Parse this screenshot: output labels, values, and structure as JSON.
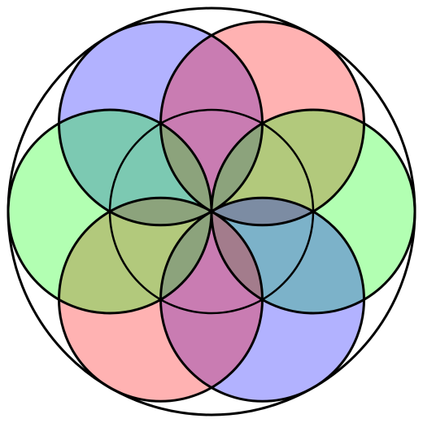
{
  "diagram": {
    "description_visible_text": "",
    "outer_circle": {
      "stroke": "#000000",
      "fill": "none"
    },
    "circle_stroke": "#000000",
    "fill_opacity": 0.3,
    "circles": [
      {
        "name": "circle-top-left",
        "color": "#0000ff",
        "angle_deg": -120
      },
      {
        "name": "circle-top-right",
        "color": "#ff0000",
        "angle_deg": -60
      },
      {
        "name": "circle-right",
        "color": "#00ff00",
        "angle_deg": 0
      },
      {
        "name": "circle-bottom-right",
        "color": "#0000ff",
        "angle_deg": 60
      },
      {
        "name": "circle-bottom-left",
        "color": "#ff0000",
        "angle_deg": 120
      },
      {
        "name": "circle-left",
        "color": "#00ff00",
        "angle_deg": 180
      }
    ],
    "center_circle": {
      "stroke": "#000000",
      "fill": "none"
    }
  }
}
